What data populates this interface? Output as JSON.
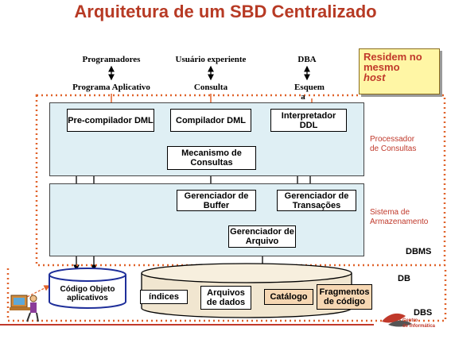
{
  "title": "Arquitetura de um SBD Centralizado",
  "users": {
    "programadores": "Programadores",
    "usuario_experiente": "Usuário experiente",
    "dba": "DBA"
  },
  "interfaces": {
    "programa_aplicativo": "Programa Aplicativo",
    "consulta": "Consulta",
    "esquema_line1": "Esquem",
    "esquema_line2": "a"
  },
  "note": {
    "line1": "Residem no",
    "line2": "mesmo",
    "line3": "host"
  },
  "components": {
    "precompilador": "Pre-compilador DML",
    "compilador": "Compilador DML",
    "interpretador": "Interpretador DDL",
    "mecanismo": "Mecanismo de Consultas",
    "ger_buffer": "Gerenciador de Buffer",
    "ger_transacoes": "Gerenciador de Transações",
    "ger_arquivo": "Gerenciador de Arquivo"
  },
  "layer_labels": {
    "processador_line1": "Processador",
    "processador_line2": "de Consultas",
    "sistema_line1": "Sistema de",
    "sistema_line2": "Armazenamento"
  },
  "tags": {
    "dbms": "DBMS",
    "db": "DB",
    "dbs": "DBS"
  },
  "cylinder_objeto": "Código Objeto aplicativos",
  "storage_items": {
    "indices": "índices",
    "arquivos": "Arquivos de dados",
    "catalogo": "Catálogo",
    "fragmentos": "Fragmentos de código"
  },
  "logo": {
    "line1": "Centro",
    "line2": "de Informática"
  },
  "colors": {
    "title": "#b73a24",
    "dotted_border": "#e0622a",
    "panel": "#dfeff4",
    "orange_box": "#f6d7b3",
    "note_bg": "#fff6a5",
    "label_red": "#c0392b"
  }
}
